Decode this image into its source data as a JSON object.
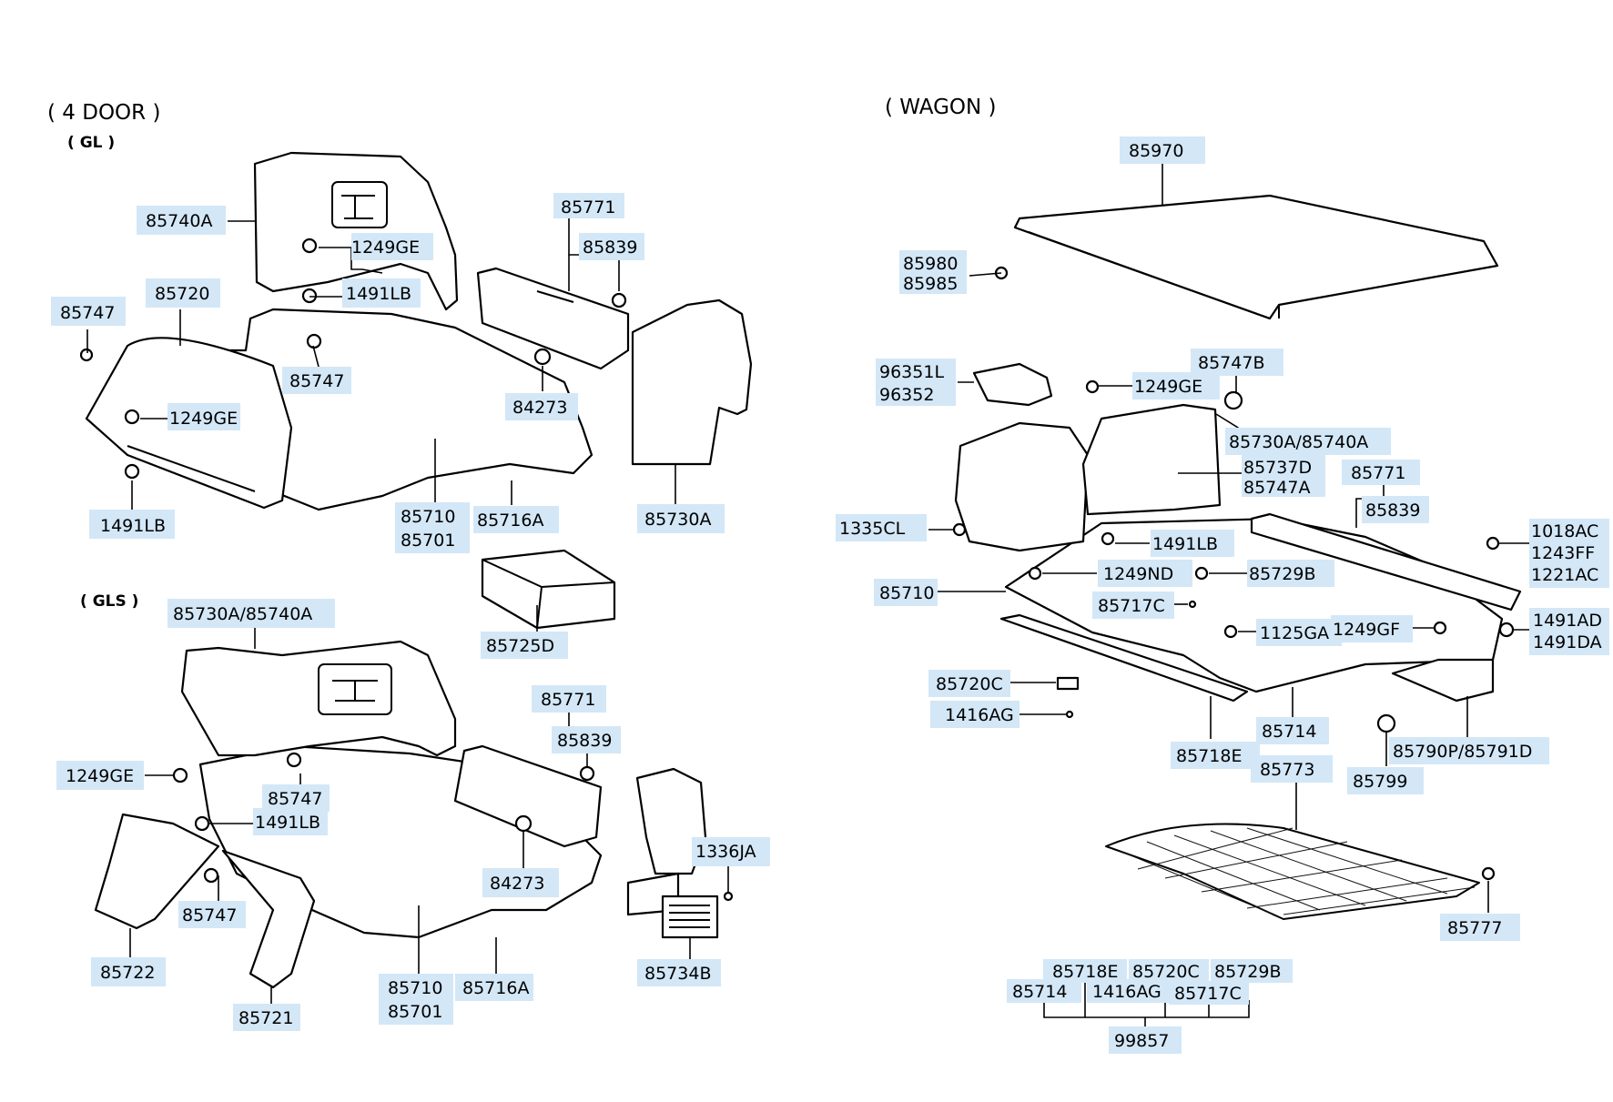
{
  "sections": {
    "four_door": "( 4 DOOR )",
    "gl": "( GL )",
    "gls": "( GLS )",
    "wagon": "( WAGON )"
  },
  "gl_parts": {
    "p85740A": "85740A",
    "p85771": "85771",
    "p1249GE_a": "1249GE",
    "p85839": "85839",
    "p85747_a": "85747",
    "p85720": "85720",
    "p1491LB_a": "1491LB",
    "p85747_b": "85747",
    "p84273": "84273",
    "p1249GE_b": "1249GE",
    "p1491LB_b": "1491LB",
    "p85710": "85710",
    "p85701": "85701",
    "p85716A": "85716A",
    "p85730A": "85730A",
    "p85725D": "85725D"
  },
  "gls_parts": {
    "p85730A_85740A": "85730A/85740A",
    "p85771": "85771",
    "p85839": "85839",
    "p1249GE": "1249GE",
    "p85747_a": "85747",
    "p1491LB": "1491LB",
    "p1336JA": "1336JA",
    "p84273": "84273",
    "p85747_b": "85747",
    "p85722": "85722",
    "p85710": "85710",
    "p85701": "85701",
    "p85716A": "85716A",
    "p85734B": "85734B",
    "p85721": "85721"
  },
  "wagon_parts": {
    "p85970": "85970",
    "p85980": "85980",
    "p85985": "85985",
    "p96351L": "96351L",
    "p96352": "96352",
    "p85747B": "85747B",
    "p1249GE": "1249GE",
    "p85730A_85740A": "85730A/85740A",
    "p85737D": "85737D",
    "p85747A": "85747A",
    "p85771": "85771",
    "p85839": "85839",
    "p1335CL": "1335CL",
    "p1491LB": "1491LB",
    "p1018AC": "1018AC",
    "p1243FF": "1243FF",
    "p1221AC": "1221AC",
    "p1249ND": "1249ND",
    "p85729B": "85729B",
    "p85710": "85710",
    "p85717C": "85717C",
    "p1491AD": "1491AD",
    "p1491DA": "1491DA",
    "p1125GA": "1125GA",
    "p1249GF": "1249GF",
    "p85720C": "85720C",
    "p1416AG": "1416AG",
    "p85714": "85714",
    "p85790P_85791D": "85790P/85791D",
    "p85718E": "85718E",
    "p85773": "85773",
    "p85799": "85799",
    "p85777": "85777"
  },
  "kit": {
    "p85718E": "85718E",
    "p85720C": "85720C",
    "p85729B": "85729B",
    "p85714": "85714",
    "p1416AG": "1416AG",
    "p85717C": "85717C",
    "p99857": "99857"
  }
}
